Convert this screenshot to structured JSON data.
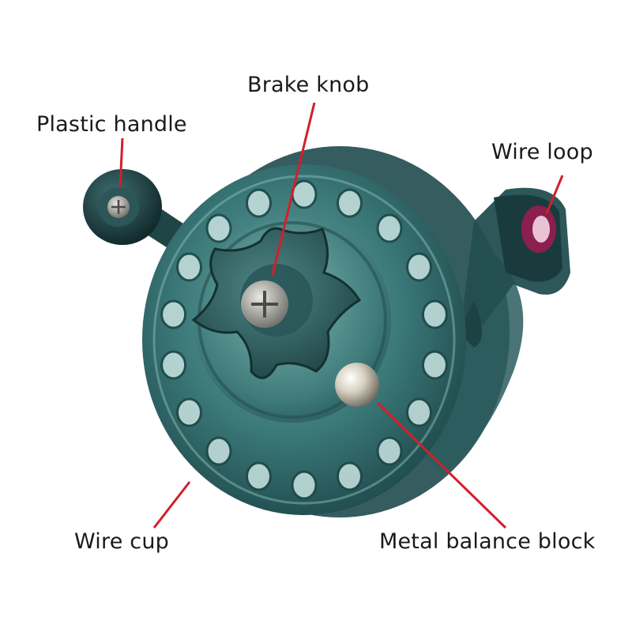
{
  "diagram": {
    "labels": {
      "brake_knob": "Brake knob",
      "plastic_handle": "Plastic handle",
      "wire_loop": "Wire loop",
      "wire_cup": "Wire cup",
      "metal_balance_block": "Metal balance block"
    },
    "colors": {
      "reel_body": "#2f6b6b",
      "reel_dark": "#1d4547",
      "reel_light": "#5e9a97",
      "knob": "#244e51",
      "screw": "#9a9a94",
      "ball": "#d8d2c4",
      "wire_loop_ring": "#8b1f4e",
      "leader_line": "#d0202a",
      "text": "#1a1a1a"
    }
  }
}
